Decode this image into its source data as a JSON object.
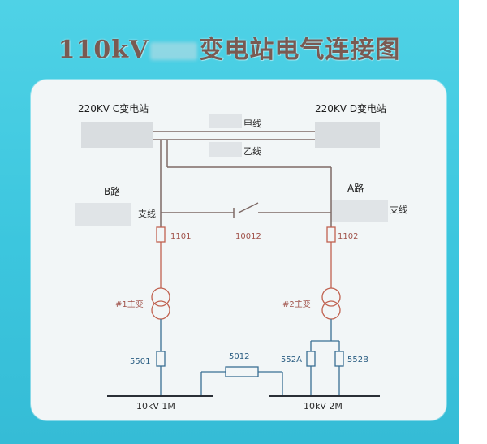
{
  "title": {
    "prefix": "110kV",
    "suffix": "变电站电气连接图"
  },
  "stations": {
    "left": "220KV C变电站",
    "right": "220KV D变电站"
  },
  "lines": {
    "jia": "甲线",
    "yi": "乙线",
    "route_b": "B路",
    "route_a": "A路",
    "branch_left": "支线",
    "branch_right": "支线"
  },
  "breakers": {
    "b1101": "1101",
    "b1102": "1102",
    "b10012": "10012",
    "b5501": "5501",
    "b5012": "5012",
    "b552a": "552A",
    "b552b": "552B"
  },
  "transformers": {
    "t1": "#1主变",
    "t2": "#2主变"
  },
  "buses": {
    "bus1": "10kV  1M",
    "bus2": "10kV  2M"
  },
  "colors": {
    "poster_bg": "#3cc6de",
    "panel_bg": "#f2f6f7",
    "title_text": "#7a5a52",
    "hv_line": "#7e6a66",
    "equipment_red": "#c0614f",
    "lv_blue": "#3a6f94"
  }
}
